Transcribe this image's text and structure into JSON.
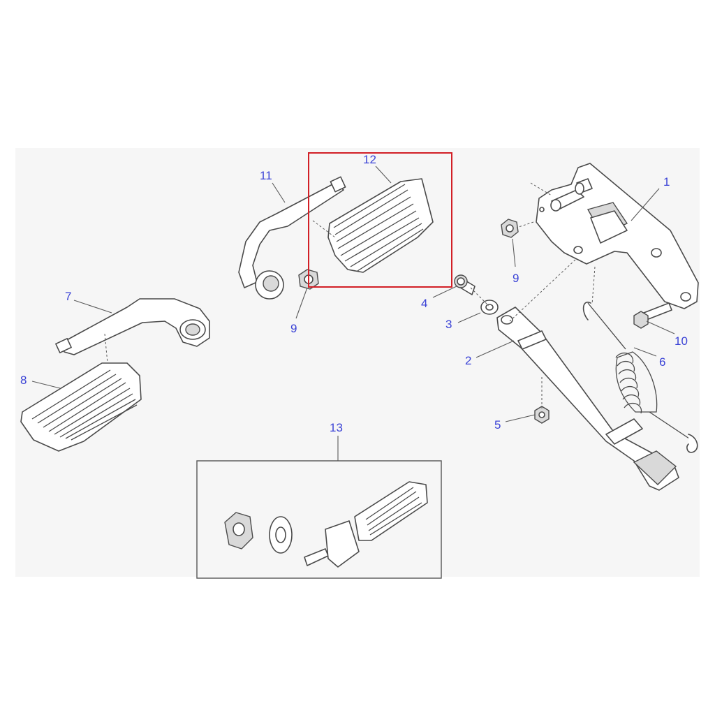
{
  "diagram": {
    "callouts": {
      "c1": "1",
      "c2": "2",
      "c3": "3",
      "c4": "4",
      "c5": "5",
      "c6": "6",
      "c7": "7",
      "c8": "8",
      "c9a": "9",
      "c9b": "9",
      "c10": "10",
      "c11": "11",
      "c12": "12",
      "c13": "13"
    },
    "highlighted_part": "12",
    "colors": {
      "callout_text": "#3b43d6",
      "highlight_box": "#d21f26",
      "line_art": "#4a4a4a",
      "panel_background": "#f6f6f6"
    }
  }
}
